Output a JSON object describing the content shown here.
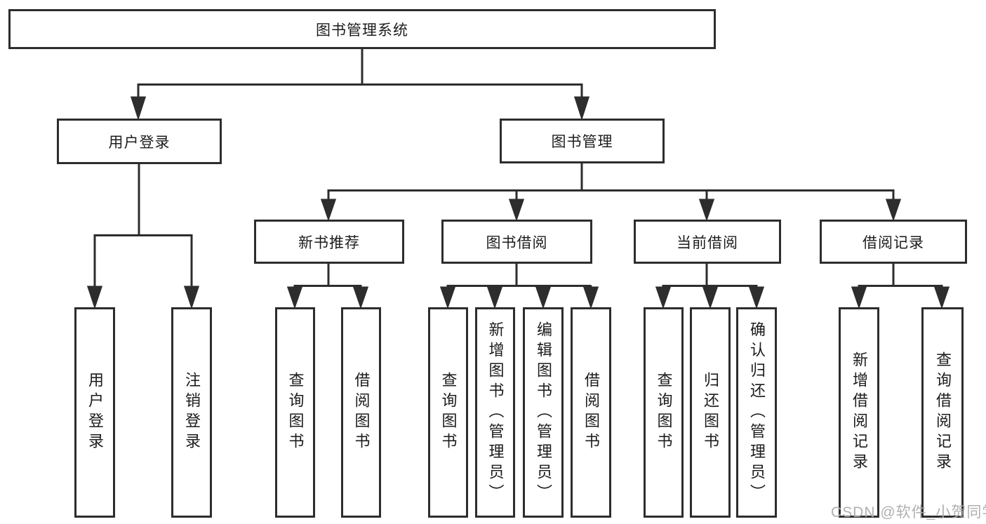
{
  "diagram": {
    "root": {
      "label": "图书管理系统"
    },
    "branches": [
      {
        "label": "用户登录",
        "children": [
          {
            "label": "用户登录"
          },
          {
            "label": "注销登录"
          }
        ]
      },
      {
        "label": "图书管理",
        "sections": [
          {
            "label": "新书推荐",
            "children": [
              {
                "label": "查询图书"
              },
              {
                "label": "借阅图书"
              }
            ]
          },
          {
            "label": "图书借阅",
            "children": [
              {
                "label": "查询图书"
              },
              {
                "label": "新增图书（管理员）"
              },
              {
                "label": "编辑图书（管理员）"
              },
              {
                "label": "借阅图书"
              }
            ]
          },
          {
            "label": "当前借阅",
            "children": [
              {
                "label": "查询图书"
              },
              {
                "label": "归还图书"
              },
              {
                "label": "确认归还（管理员）"
              }
            ]
          },
          {
            "label": "借阅记录",
            "children": [
              {
                "label": "新增借阅记录"
              },
              {
                "label": "查询借阅记录"
              }
            ]
          }
        ]
      }
    ]
  },
  "watermark": {
    "text": "CSDN @软件_小贺同学"
  },
  "colors": {
    "line": "#2d2d2d",
    "box_border": "#2d2d2d",
    "box_background": "#ffffff",
    "text": "#1c1c1c",
    "watermark": "#acacac",
    "page_background": "#ffffff"
  }
}
